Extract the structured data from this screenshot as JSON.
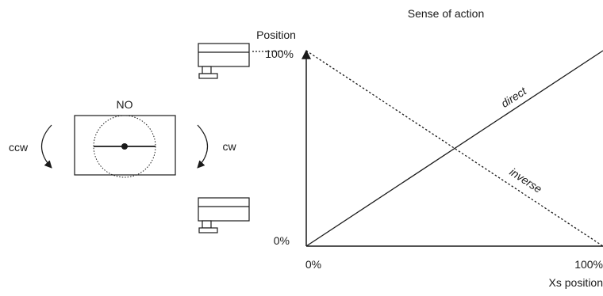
{
  "title": "Sense of action",
  "y_axis": {
    "label": "Position",
    "max_label": "100%",
    "min_label": "0%"
  },
  "x_axis": {
    "label": "Xs position",
    "min_label": "0%",
    "max_label": "100%"
  },
  "lines": {
    "direct": "direct",
    "inverse": "inverse"
  },
  "valve": {
    "state_label": "NO",
    "ccw_label": "ccw",
    "cw_label": "cw"
  },
  "colors": {
    "stroke": "#1a1a1a",
    "background": "#ffffff"
  }
}
